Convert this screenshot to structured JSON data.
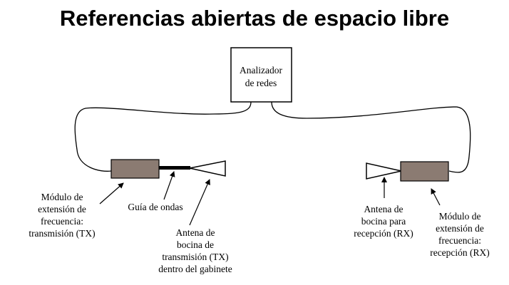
{
  "title": "Referencias abiertas de espacio libre",
  "analyzer": {
    "label": "Analizador\nde redes"
  },
  "labels": {
    "tx_module": "Módulo de\nextensión de\nfrecuencia:\ntransmisión (TX)",
    "waveguide": "Guía de ondas",
    "tx_antenna": "Antena de\nbocina de\ntransmisión (TX)\ndentro del gabinete",
    "rx_antenna": "Antena de\nbocina para\nrecepción (RX)",
    "rx_module": "Módulo de\nextensión de\nfrecuencia:\nrecepción (RX)"
  },
  "colors": {
    "module_fill": "#8b7b72",
    "stroke": "#000000"
  }
}
